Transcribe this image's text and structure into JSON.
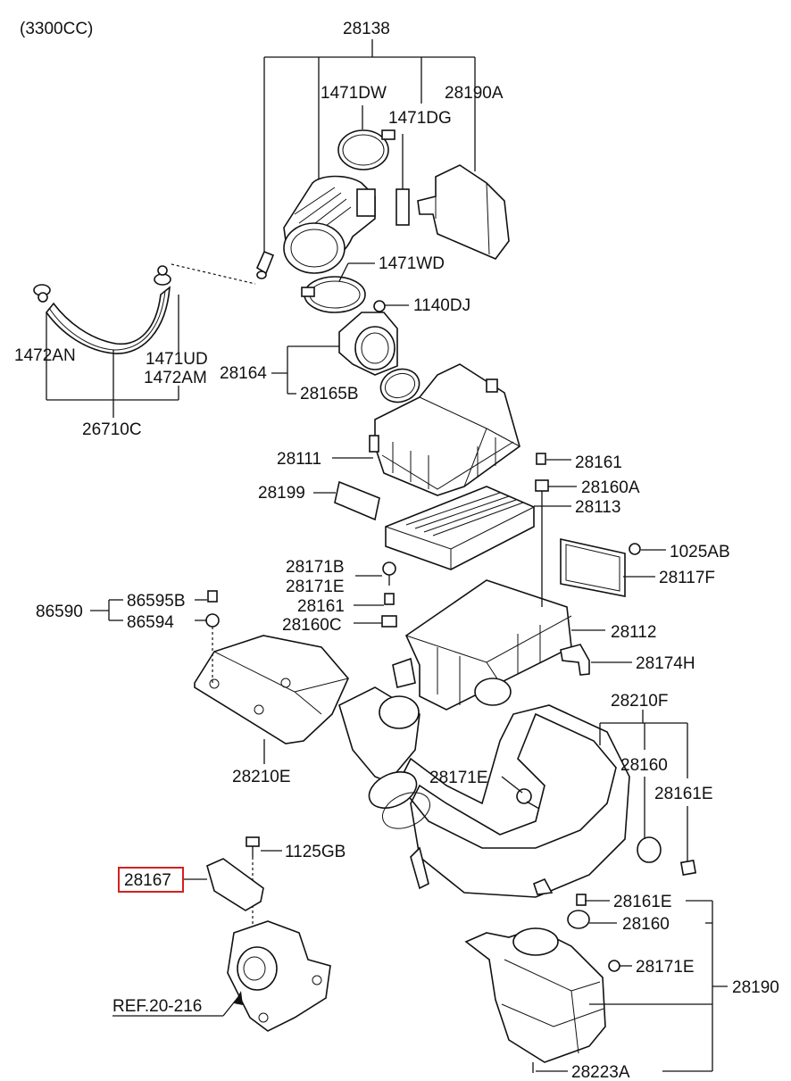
{
  "diagram": {
    "engine_note": "(3300CC)",
    "highlighted_part": "28167",
    "labels": {
      "p28138": "28138",
      "p1471DW": "1471DW",
      "p1471DG": "1471DG",
      "p28190A": "28190A",
      "p1471WD": "1471WD",
      "p1140DJ": "1140DJ",
      "p28164": "28164",
      "p28165B": "28165B",
      "p1472AN": "1472AN",
      "p1471UD": "1471UD",
      "p1472AM": "1472AM",
      "p26710C": "26710C",
      "p28111": "28111",
      "p28199": "28199",
      "p28161a": "28161",
      "p28160A": "28160A",
      "p28113": "28113",
      "p1025AB": "1025AB",
      "p28117F": "28117F",
      "p28171B": "28171B",
      "p28171E_a": "28171E",
      "p86590": "86590",
      "p86595B": "86595B",
      "p86594": "86594",
      "p28161b": "28161",
      "p28160C": "28160C",
      "p28112": "28112",
      "p28174H": "28174H",
      "p28210F": "28210F",
      "p28210E": "28210E",
      "p28171E_b": "28171E",
      "p28160a": "28160",
      "p28161E_a": "28161E",
      "p1125GB": "1125GB",
      "p28167": "28167",
      "p28161E_b": "28161E",
      "p28160b": "28160",
      "p28171E_c": "28171E",
      "p28190": "28190",
      "ref": "REF.20-216",
      "p28223A": "28223A"
    }
  }
}
